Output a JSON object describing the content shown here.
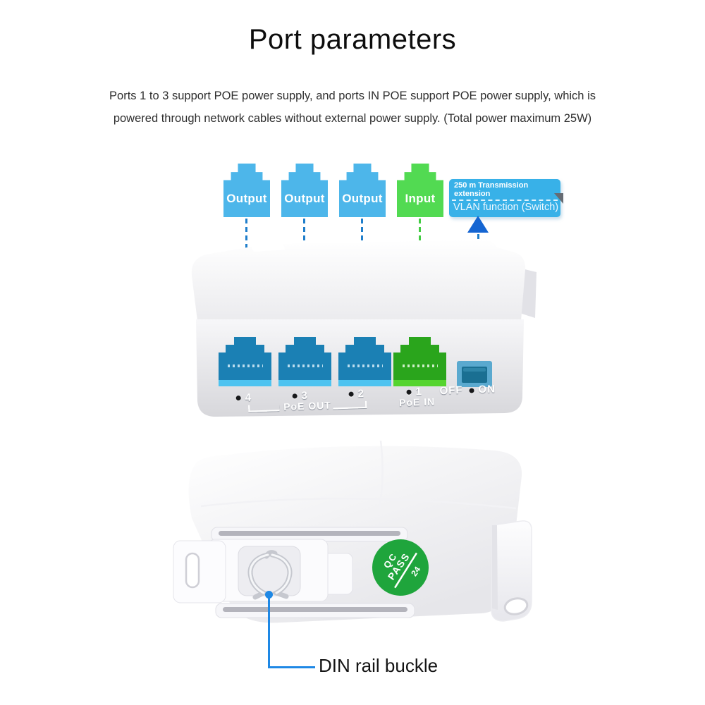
{
  "title": "Port parameters",
  "description": {
    "line1": "Ports 1 to 3 support POE power supply, and ports IN POE support POE power supply, which is",
    "line2": "powered through network cables without external power supply. (Total power maximum 25W)"
  },
  "connectors": {
    "outputs": [
      "Output",
      "Output",
      "Output"
    ],
    "input": "Input"
  },
  "info_label": {
    "line1": "250 m Transmission",
    "line2": "extension",
    "line3": "VLAN function (Switch)"
  },
  "device_front": {
    "port_leds": [
      "4",
      "3",
      "2",
      "1"
    ],
    "poe_out_label": "PoE  OUT",
    "poe_in_label": "PoE  IN",
    "off_label": "OFF",
    "on_label": "ON"
  },
  "device_bottom": {
    "qc_line1": "QC",
    "qc_line2": "PASS",
    "qc_line3": "24"
  },
  "callout": {
    "din_label": "DIN rail buckle"
  },
  "colors": {
    "connector_blue": "#4db6ea",
    "connector_green": "#52da52",
    "info_label_blue": "#38b1e8",
    "dash_blue": "#1f7ecb",
    "dash_green": "#43cc43",
    "arrow_blue": "#1565d2",
    "port_blue": "#1b80b4",
    "port_blue_strip": "#4ec3f0",
    "port_green": "#2aa51c",
    "port_green_strip": "#55d42f",
    "toggle_blue": "#5aa9cf",
    "sticker_green": "#1fa53c",
    "callout_blue": "#1e88e5"
  }
}
